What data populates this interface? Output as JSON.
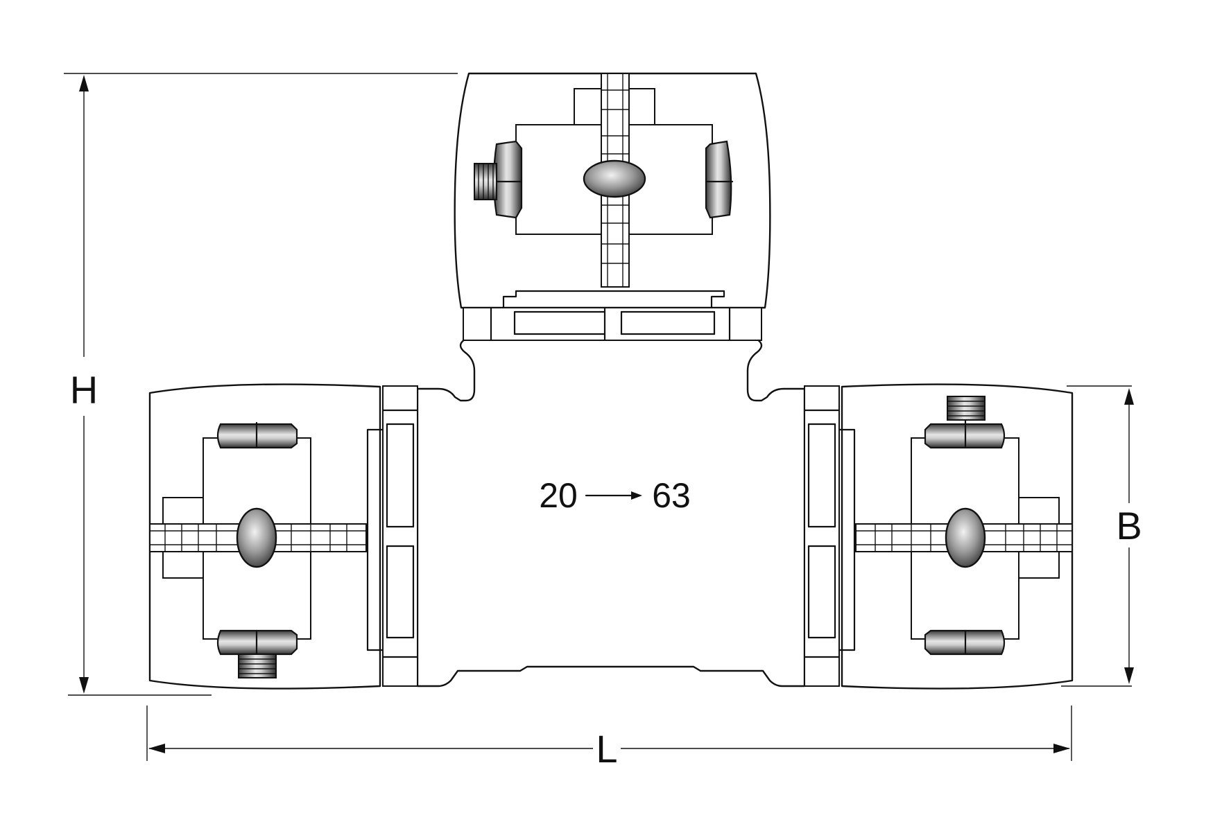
{
  "labels": {
    "height": "H",
    "length": "L",
    "branch": "B",
    "size_from": "20",
    "size_to": "63"
  },
  "colors": {
    "line": "#111111",
    "metal_dark": "#3a3a3a",
    "metal_light": "#e6e6e6",
    "background": "#ffffff"
  }
}
